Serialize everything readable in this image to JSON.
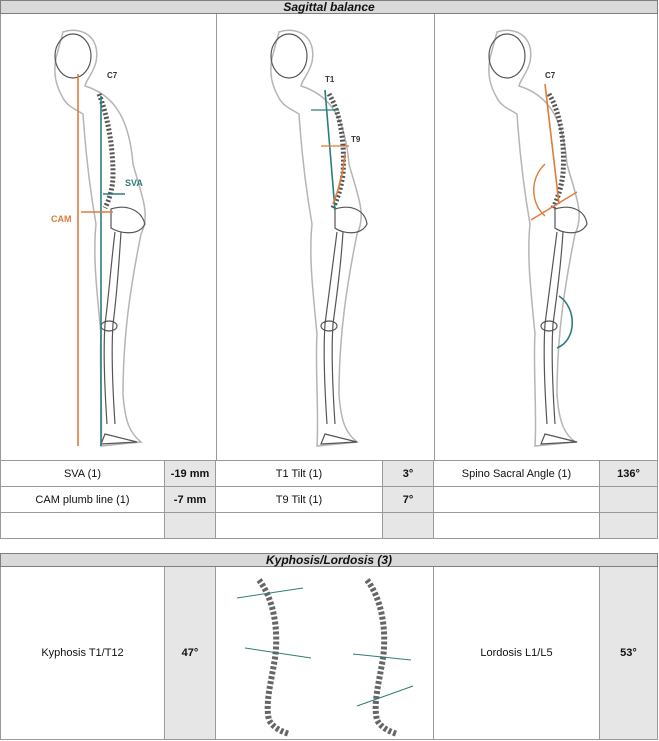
{
  "sagittal": {
    "title": "Sagittal balance",
    "labels": {
      "c7": "C7",
      "sva": "SVA",
      "cam": "CAM",
      "t1": "T1",
      "t9": "T9"
    },
    "rows": [
      [
        {
          "label": "SVA (1)",
          "value": "-19 mm"
        },
        {
          "label": "T1 Tilt (1)",
          "value": "3°"
        },
        {
          "label": "Spino Sacral Angle (1)",
          "value": "136°"
        }
      ],
      [
        {
          "label": "CAM plumb line (1)",
          "value": "-7 mm"
        },
        {
          "label": "T9 Tilt (1)",
          "value": "7°"
        },
        {
          "label": "",
          "value": ""
        }
      ],
      [
        {
          "label": "",
          "value": ""
        },
        {
          "label": "",
          "value": ""
        },
        {
          "label": "",
          "value": ""
        }
      ]
    ]
  },
  "kyphosis": {
    "title": "Kyphosis/Lordosis (3)",
    "left": {
      "label": "Kyphosis T1/T12",
      "value": "47°"
    },
    "right": {
      "label": "Lordosis L1/L5",
      "value": "53°"
    }
  },
  "colors": {
    "orange": "#e07b39",
    "teal": "#2e7d7a",
    "outline": "#b5b5b5",
    "bone": "#555555"
  }
}
